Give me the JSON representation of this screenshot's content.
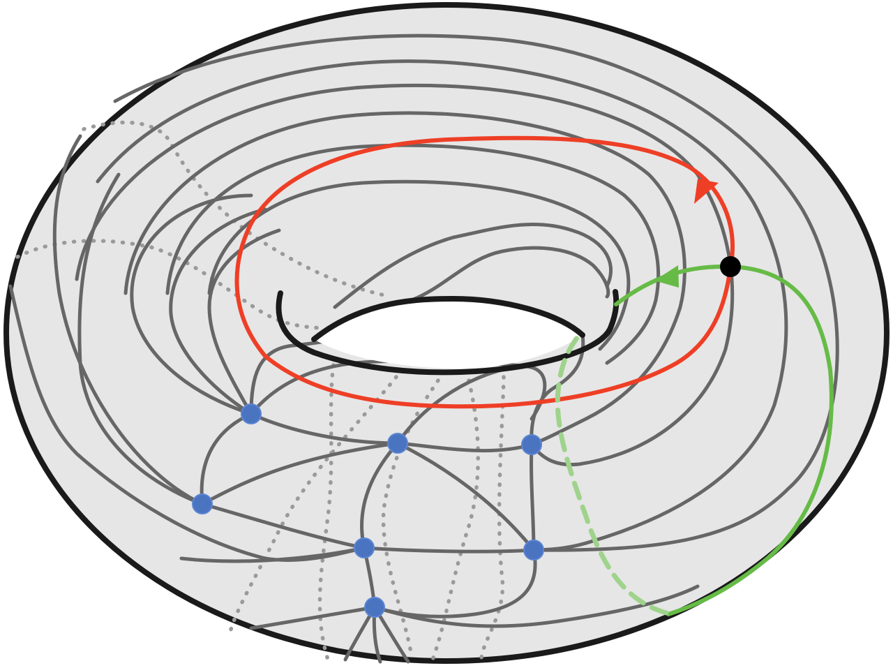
{
  "colors": {
    "surface_fill": "#e6e6e6",
    "outline": "#1a1a1a",
    "graph_edges": "#666666",
    "hidden_edges": "#9a9a9a",
    "vertices": "#4a73c0",
    "red_loop": "#ee3f26",
    "green_loop": "#66bb46",
    "green_loop_hidden": "#9fd38c",
    "basepoint": "#000000"
  },
  "diagram": {
    "surface": "torus",
    "vertex_count": 7,
    "loops": [
      {
        "name": "",
        "color": "red",
        "arrow": true
      },
      {
        "name": "",
        "color": "green",
        "arrow": true
      }
    ],
    "basepoint": true
  }
}
